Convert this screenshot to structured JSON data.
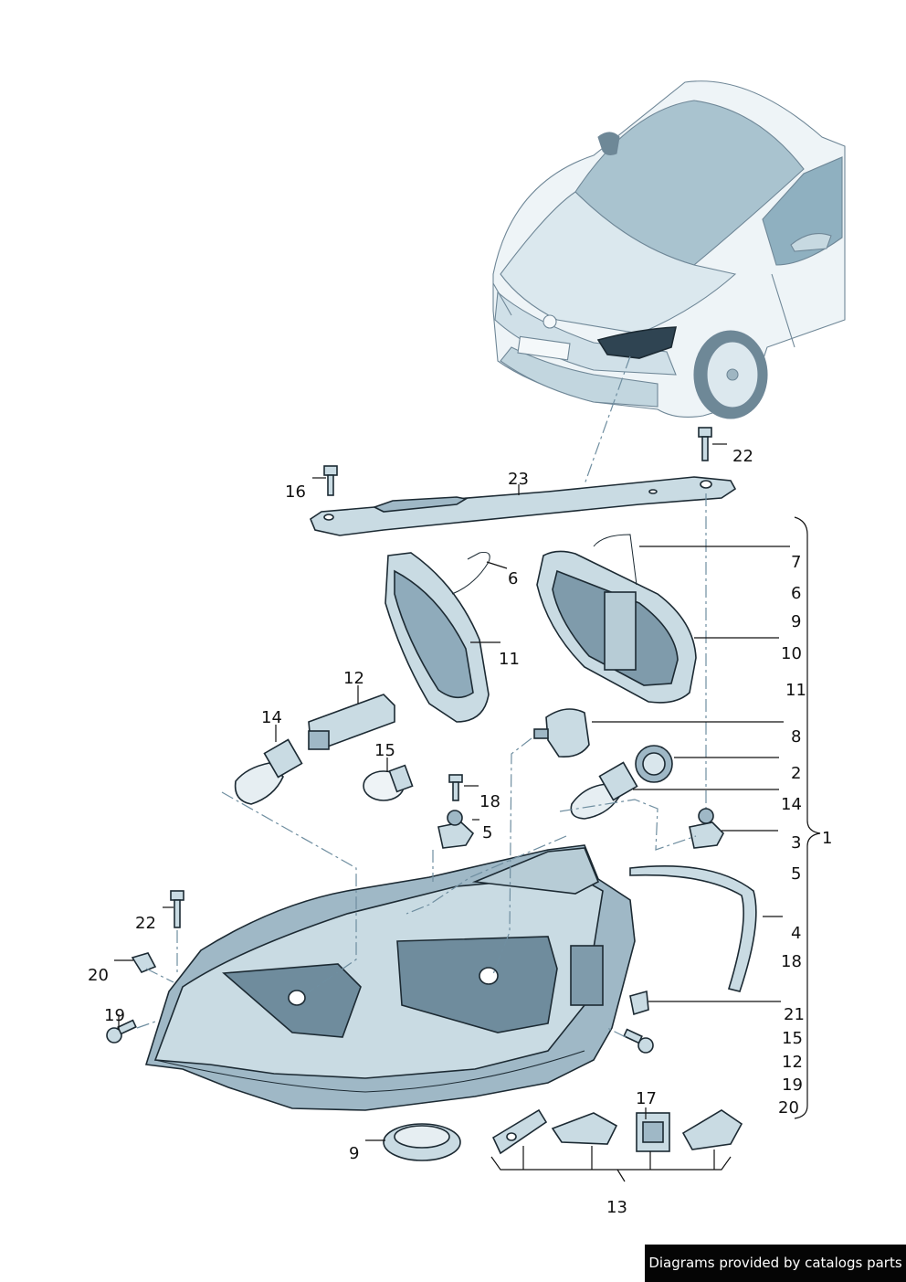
{
  "diagram": {
    "callouts": [
      {
        "id": "c23",
        "text": "23"
      },
      {
        "id": "c22a",
        "text": "22"
      },
      {
        "id": "c16",
        "text": "16"
      },
      {
        "id": "c6a",
        "text": "6"
      },
      {
        "id": "c11a",
        "text": "11"
      },
      {
        "id": "c12",
        "text": "12"
      },
      {
        "id": "c14a",
        "text": "14"
      },
      {
        "id": "c15",
        "text": "15"
      },
      {
        "id": "c18",
        "text": "18"
      },
      {
        "id": "c5",
        "text": "5"
      },
      {
        "id": "c22b",
        "text": "22"
      },
      {
        "id": "c20",
        "text": "20"
      },
      {
        "id": "c19",
        "text": "19"
      },
      {
        "id": "c9",
        "text": "9"
      },
      {
        "id": "c17",
        "text": "17"
      },
      {
        "id": "c13",
        "text": "13"
      },
      {
        "id": "c1",
        "text": "1"
      }
    ],
    "kit_column": [
      "7",
      "6",
      "9",
      "10",
      "11",
      "8",
      "2",
      "14",
      "3",
      "5",
      "4",
      "18",
      "21",
      "15",
      "12",
      "19",
      "20"
    ]
  },
  "credit": "Diagrams provided by catalogs parts",
  "colors": {
    "part_fill": "#c9dbe3",
    "part_dark": "#7f9bab",
    "line": "#1c2a33",
    "leader_dash": "#6f8ea0",
    "credit_bg": "#050505"
  }
}
